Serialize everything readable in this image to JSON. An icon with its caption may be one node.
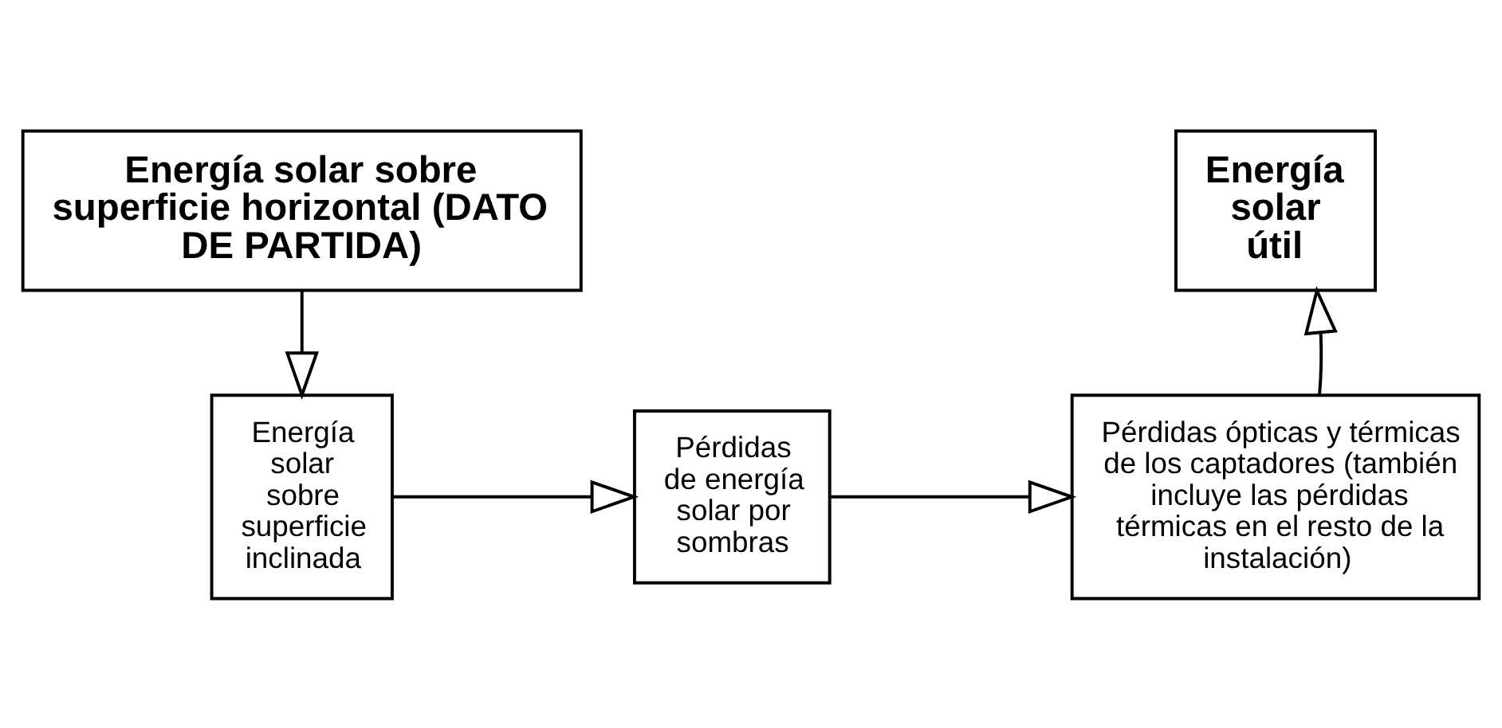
{
  "diagram": {
    "nodes": [
      {
        "text": [
          "Energía solar sobre superficie horizontal (DATO DE PARTIDA)"
        ]
      },
      {
        "text": [
          "Energía solar sobre superficie inclinada"
        ]
      },
      {
        "text": [
          "Pérdidas de energía solar por sombras"
        ]
      },
      {
        "text": [
          "Pérdidas ópticas y térmicas de los captadores (también incluye las pérdidas térmicas en el resto de la instalación)"
        ]
      },
      {
        "text": [
          "Energía solar útil"
        ]
      }
    ],
    "edges": [
      {
        "from": 0,
        "to": 1,
        "arrow": "to"
      },
      {
        "from": 1,
        "to": 2,
        "arrow": "to"
      },
      {
        "from": 2,
        "to": 3,
        "arrow": "to"
      },
      {
        "from": 3,
        "to": 4,
        "arrow": "to"
      }
    ]
  }
}
